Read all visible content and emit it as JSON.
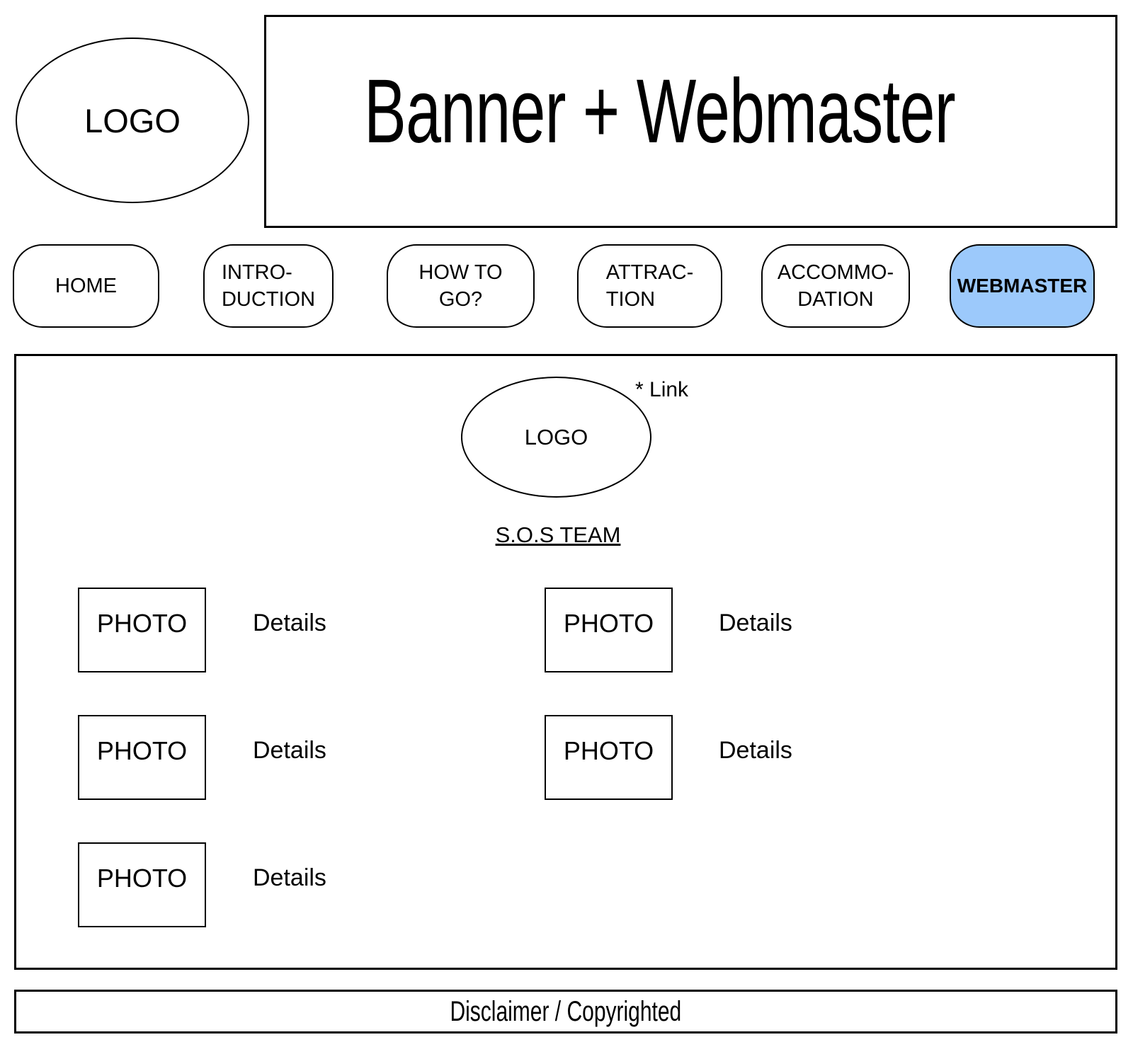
{
  "header": {
    "logo_label": "LOGO",
    "banner_title": "Banner + Webmaster"
  },
  "nav": {
    "items": [
      {
        "line1": "HOME",
        "line2": "",
        "active": false
      },
      {
        "line1": "INTRO-",
        "line2": "DUCTION",
        "active": false
      },
      {
        "line1": "HOW TO",
        "line2": "GO?",
        "active": false
      },
      {
        "line1": "ATTRAC-",
        "line2": "TION",
        "active": false
      },
      {
        "line1": "ACCOMMO-",
        "line2": "DATION",
        "active": false
      },
      {
        "line1": "WEBMASTER",
        "line2": "",
        "active": true
      }
    ]
  },
  "content": {
    "logo_label": "LOGO",
    "link_annotation": "* Link",
    "section_heading": "S.O.S TEAM",
    "photos": [
      {
        "photo_label": "PHOTO",
        "details_label": "Details"
      },
      {
        "photo_label": "PHOTO",
        "details_label": "Details"
      },
      {
        "photo_label": "PHOTO",
        "details_label": "Details"
      },
      {
        "photo_label": "PHOTO",
        "details_label": "Details"
      },
      {
        "photo_label": "PHOTO",
        "details_label": "Details"
      }
    ]
  },
  "footer": {
    "text": "Disclaimer / Copyrighted"
  },
  "colors": {
    "active_nav_fill": "#9CC9FB",
    "stroke": "#000000"
  }
}
